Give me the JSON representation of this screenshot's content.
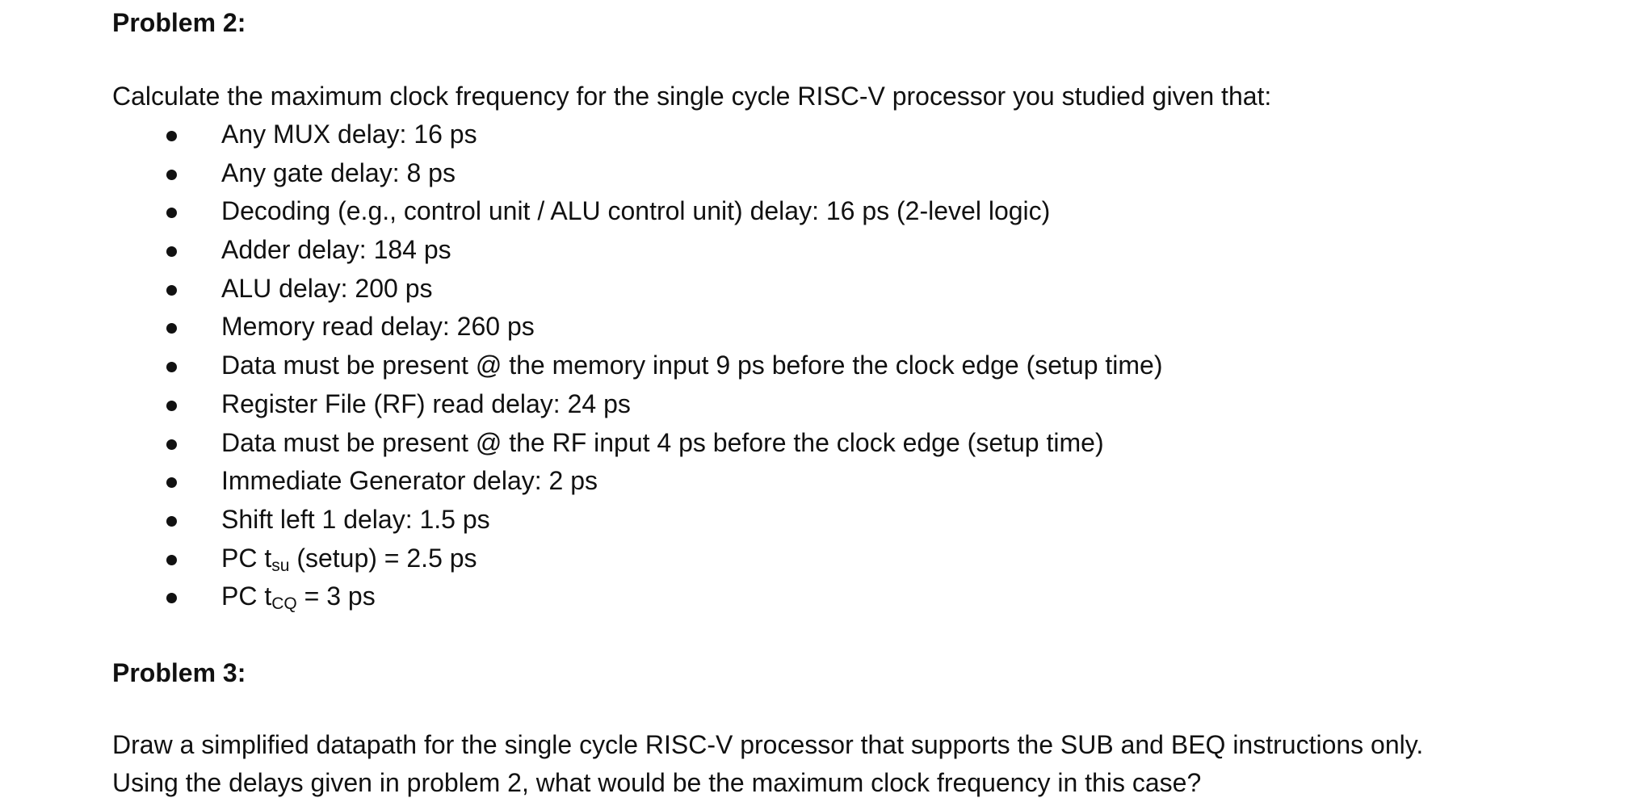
{
  "problem2": {
    "heading": "Problem 2:",
    "intro": "Calculate the maximum clock frequency for the single cycle RISC-V processor you studied given that:",
    "items": [
      "Any MUX delay: 16 ps",
      "Any gate delay: 8 ps",
      "Decoding (e.g., control unit / ALU control unit) delay: 16 ps (2-level logic)",
      "Adder delay: 184 ps",
      "ALU delay: 200 ps",
      "Memory read delay: 260 ps",
      "Data must be present @ the memory input 9 ps before the clock edge (setup time)",
      "Register File (RF) read delay: 24 ps",
      "Data must be present @ the RF input 4 ps before the clock edge (setup time)",
      "Immediate Generator delay: 2 ps",
      "Shift left 1 delay: 1.5 ps"
    ],
    "pc_tsu": {
      "prefix": "PC t",
      "subscript": "su",
      "suffix": " (setup) = 2.5 ps"
    },
    "pc_tcq": {
      "prefix": "PC t",
      "subscript": "CQ",
      "suffix": " = 3 ps"
    }
  },
  "problem3": {
    "heading": "Problem 3:",
    "line1": "Draw a simplified datapath for the single cycle RISC-V processor that supports the SUB and BEQ instructions only.",
    "line2": "Using the delays given in problem 2, what would be the maximum clock frequency in this case?"
  }
}
